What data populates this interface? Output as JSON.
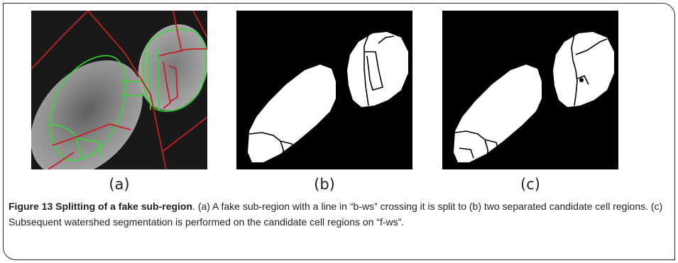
{
  "panels": [
    {
      "label": "(a)"
    },
    {
      "label": "(b)"
    },
    {
      "label": "(c)"
    }
  ],
  "caption": {
    "figure_number": "Figure 13",
    "title": "Splitting of a fake sub-region",
    "text": ". (a) A fake sub-region with a line in “b-ws” crossing it is split to (b) two separated candidate cell regions. (c) Subsequent watershed segmentation is performed on the candidate cell regions on “f-ws”."
  },
  "colors": {
    "frame": "#2a2a2a",
    "nucleus_gray": "#8a8a8a",
    "background_dark": "#151515",
    "contour_green": "#2fdc2f",
    "watershed_red": "#c81e1e",
    "mask_white": "#ffffff",
    "mask_black": "#000000"
  }
}
